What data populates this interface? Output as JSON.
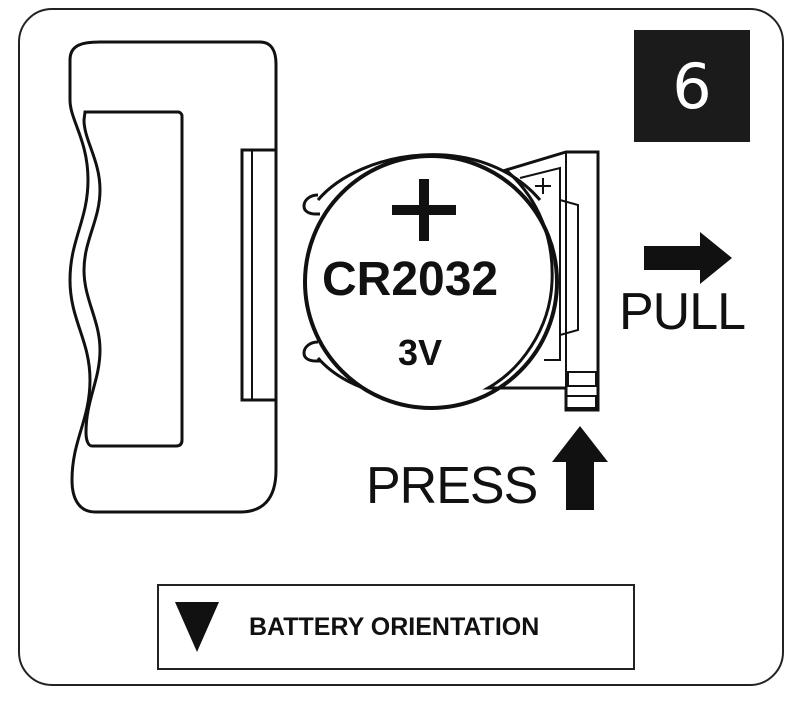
{
  "step": {
    "number": "6"
  },
  "battery": {
    "type": "CR2032",
    "voltage": "3V",
    "polarity_symbol": "+"
  },
  "actions": {
    "pull": "PULL",
    "press": "PRESS"
  },
  "legend": {
    "label": "BATTERY ORIENTATION",
    "icon": "down-triangle-icon"
  },
  "colors": {
    "ink": "#111111",
    "badge_bg": "#1b1b1b",
    "badge_text": "#ffffff",
    "background": "#ffffff"
  }
}
